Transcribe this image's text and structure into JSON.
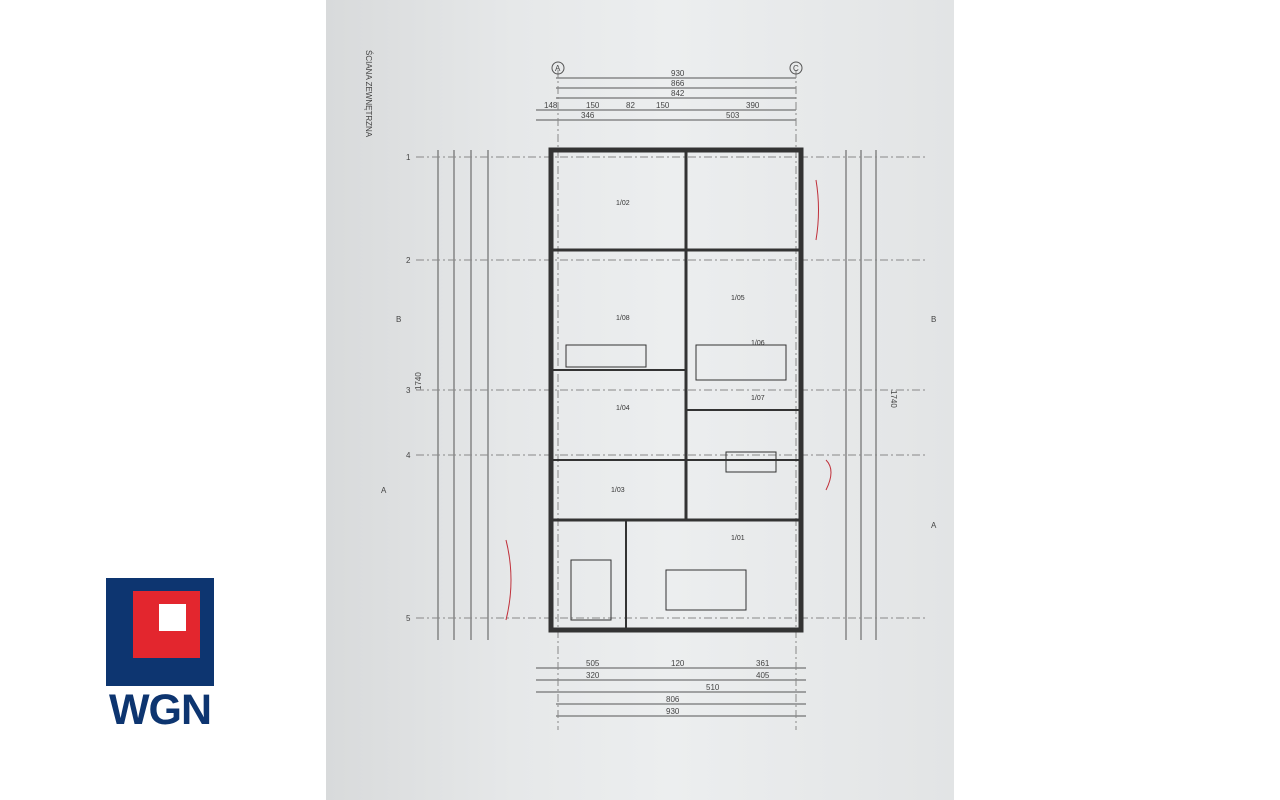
{
  "brand": {
    "name": "WGN",
    "colors": {
      "navy": "#0d3570",
      "red": "#e3262e"
    }
  },
  "plan": {
    "axes_top": [
      "A",
      "C"
    ],
    "axes_side": [
      "1",
      "2",
      "3",
      "4",
      "5"
    ],
    "top_dims": [
      "930",
      "866",
      "842"
    ],
    "top_segments": [
      "148",
      "150",
      "82",
      "150",
      "390"
    ],
    "top_segments2": [
      "346",
      "503"
    ],
    "bottom_dims": [
      "505",
      "120",
      "361",
      "405",
      "320",
      "510",
      "806",
      "930"
    ],
    "left_total": "1740",
    "right_total": "1740",
    "rooms": [
      "1/02",
      "1/08",
      "1/05",
      "1/06",
      "1/07",
      "1/04",
      "1/03",
      "1/01"
    ],
    "section_marks": [
      "B",
      "B",
      "A",
      "A"
    ],
    "legend_title": "ŚCIANA ZEWNĘTRZNA"
  }
}
